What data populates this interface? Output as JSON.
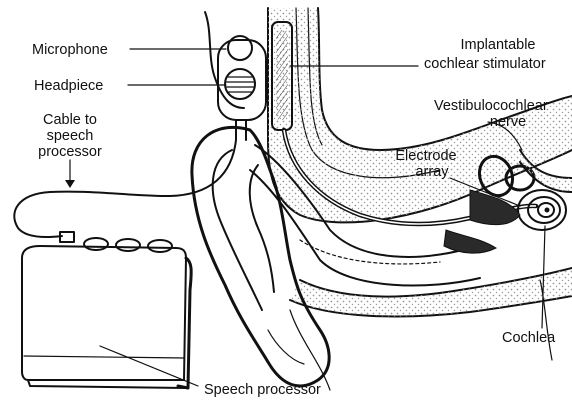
{
  "labels": {
    "microphone": "Microphone",
    "headpiece": "Headpiece",
    "cable_line1": "Cable to",
    "cable_line2": "speech",
    "cable_line3": "processor",
    "stimulator_line1": "Implantable",
    "stimulator_line2": "cochlear stimulator",
    "nerve_line1": "Vestibulocochlear",
    "nerve_line2": "nerve",
    "electrode_line1": "Electrode",
    "electrode_line2": "array",
    "cochlea": "Cochlea",
    "speech_processor": "Speech processor"
  },
  "colors": {
    "ink": "#111111",
    "background": "#ffffff",
    "stipple": "#9a9a9a",
    "bone_shade": "#2a2a2a"
  }
}
